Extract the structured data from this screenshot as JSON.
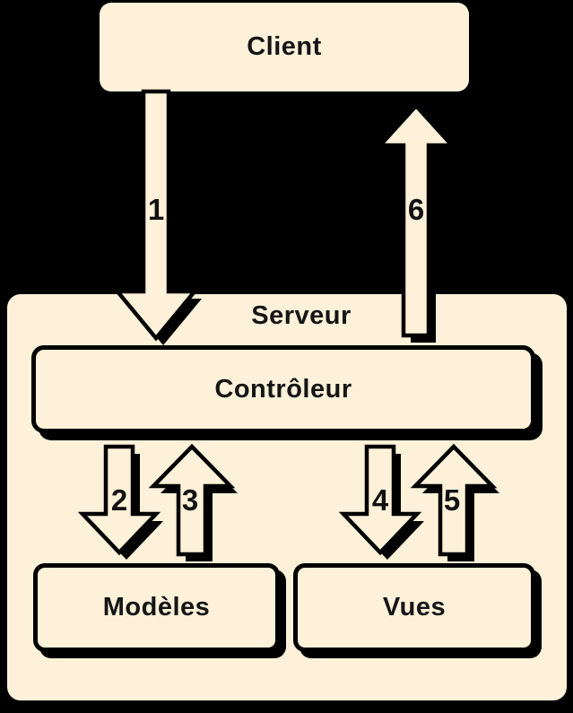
{
  "diagram": {
    "background_color": "#000000",
    "node_fill_color": "#FDF1D9",
    "outline_color": "#000000",
    "text_color": "#151515",
    "nodes": {
      "client": {
        "label": "Client"
      },
      "serveur": {
        "label": "Serveur"
      },
      "controleur": {
        "label": "Contrôleur"
      },
      "modeles": {
        "label": "Modèles"
      },
      "vues": {
        "label": "Vues"
      }
    },
    "arrows": [
      {
        "label": "1",
        "from": "Client",
        "to": "Contrôleur",
        "direction": "down"
      },
      {
        "label": "2",
        "from": "Contrôleur",
        "to": "Modèles",
        "direction": "down"
      },
      {
        "label": "3",
        "from": "Modèles",
        "to": "Contrôleur",
        "direction": "up"
      },
      {
        "label": "4",
        "from": "Contrôleur",
        "to": "Vues",
        "direction": "down"
      },
      {
        "label": "5",
        "from": "Vues",
        "to": "Contrôleur",
        "direction": "up"
      },
      {
        "label": "6",
        "from": "Contrôleur",
        "to": "Client",
        "direction": "up"
      }
    ]
  }
}
